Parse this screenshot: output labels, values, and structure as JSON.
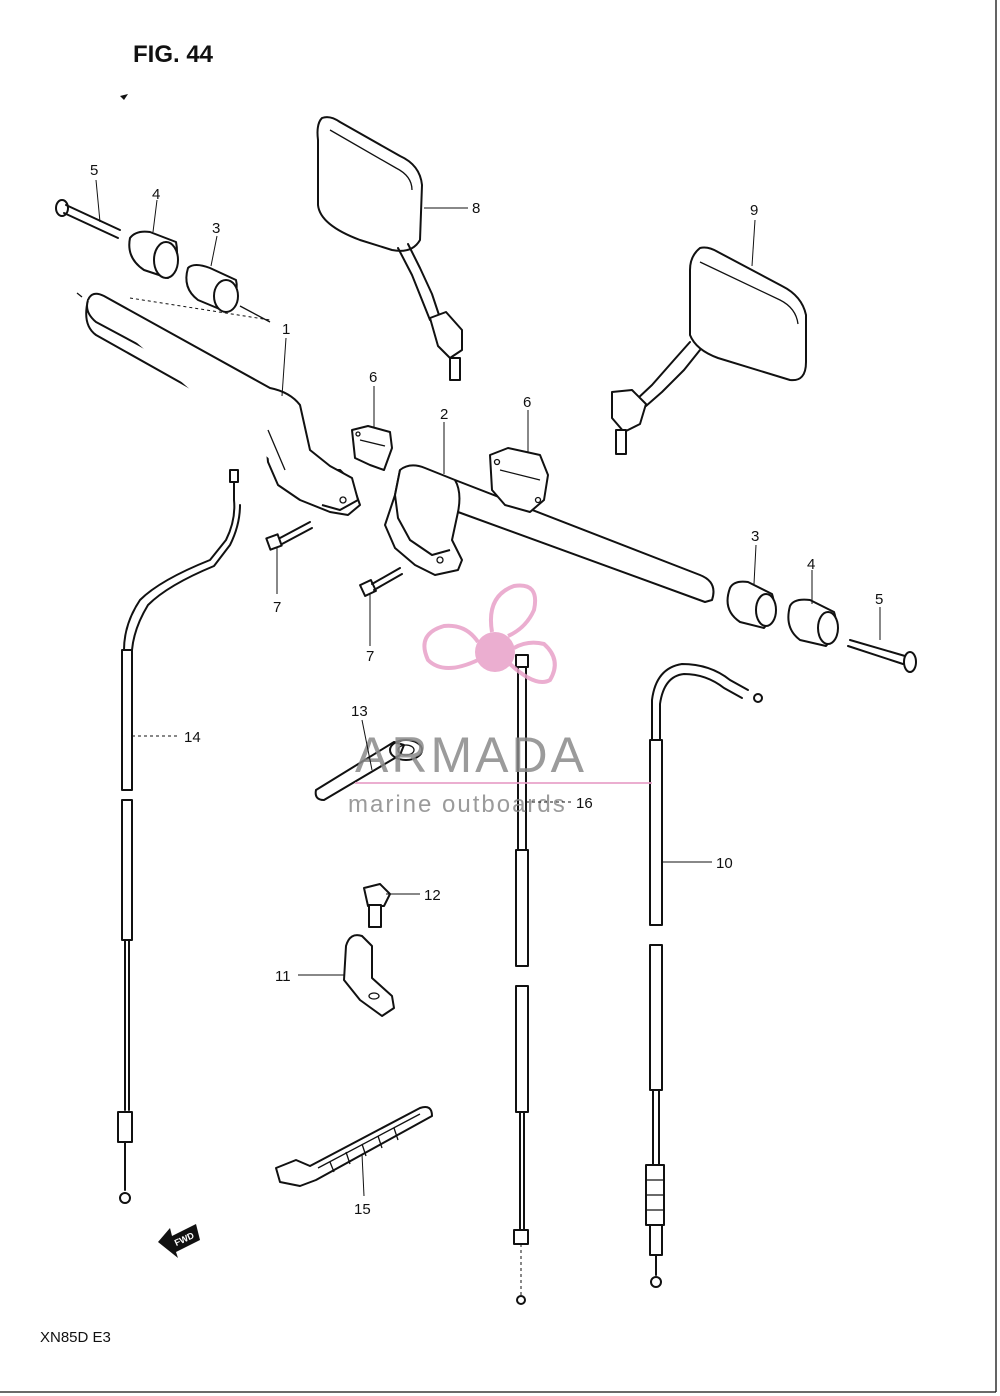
{
  "figure": {
    "title": "FIG. 44",
    "model": "XN85D  E3"
  },
  "watermark": {
    "brand": "ARMADA",
    "tagline": "marine outboards",
    "logo_color": "#e8a1c8"
  },
  "callouts": [
    {
      "id": "c5a",
      "text": "5"
    },
    {
      "id": "c4a",
      "text": "4"
    },
    {
      "id": "c3a",
      "text": "3"
    },
    {
      "id": "c1",
      "text": "1"
    },
    {
      "id": "c8",
      "text": "8"
    },
    {
      "id": "c9",
      "text": "9"
    },
    {
      "id": "c6a",
      "text": "6"
    },
    {
      "id": "c2",
      "text": "2"
    },
    {
      "id": "c6b",
      "text": "6"
    },
    {
      "id": "c7a",
      "text": "7"
    },
    {
      "id": "c7b",
      "text": "7"
    },
    {
      "id": "c3b",
      "text": "3"
    },
    {
      "id": "c4b",
      "text": "4"
    },
    {
      "id": "c5b",
      "text": "5"
    },
    {
      "id": "c14",
      "text": "14"
    },
    {
      "id": "c13",
      "text": "13"
    },
    {
      "id": "c16",
      "text": "16"
    },
    {
      "id": "c10",
      "text": "10"
    },
    {
      "id": "c12",
      "text": "12"
    },
    {
      "id": "c11",
      "text": "11"
    },
    {
      "id": "c15",
      "text": "15"
    }
  ],
  "fwd_label": "FWD"
}
